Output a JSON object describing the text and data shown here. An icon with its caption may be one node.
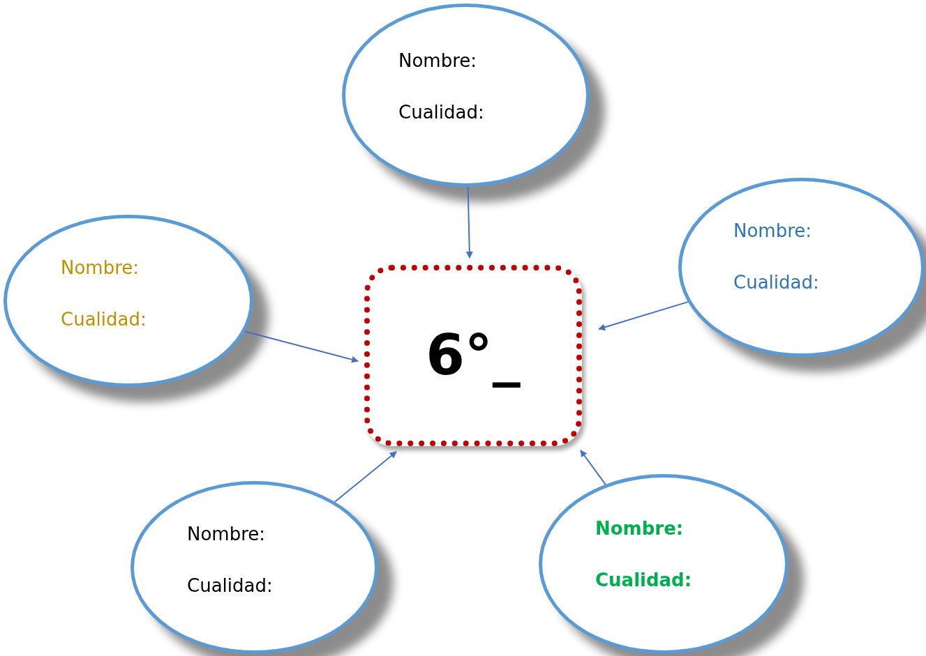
{
  "diagram": {
    "nodes": [
      {
        "text": [
          "Nombre:",
          "Cualidad:"
        ]
      },
      {
        "text": [
          "Nombre:",
          "Cualidad:"
        ]
      },
      {
        "text": [
          "Nombre:",
          "Cualidad:"
        ]
      },
      {
        "text": [
          "6°_"
        ]
      },
      {
        "text": [
          "Nombre:",
          "Cualidad:"
        ]
      },
      {
        "text": [
          "Nombre:",
          "Cualidad:"
        ]
      }
    ],
    "edges": [
      {
        "from": 0,
        "to": 3,
        "arrow": "to"
      },
      {
        "from": 1,
        "to": 3,
        "arrow": "to"
      },
      {
        "from": 2,
        "to": 3,
        "arrow": "to"
      },
      {
        "from": 4,
        "to": 3,
        "arrow": "to"
      },
      {
        "from": 5,
        "to": 3,
        "arrow": "to"
      }
    ]
  }
}
